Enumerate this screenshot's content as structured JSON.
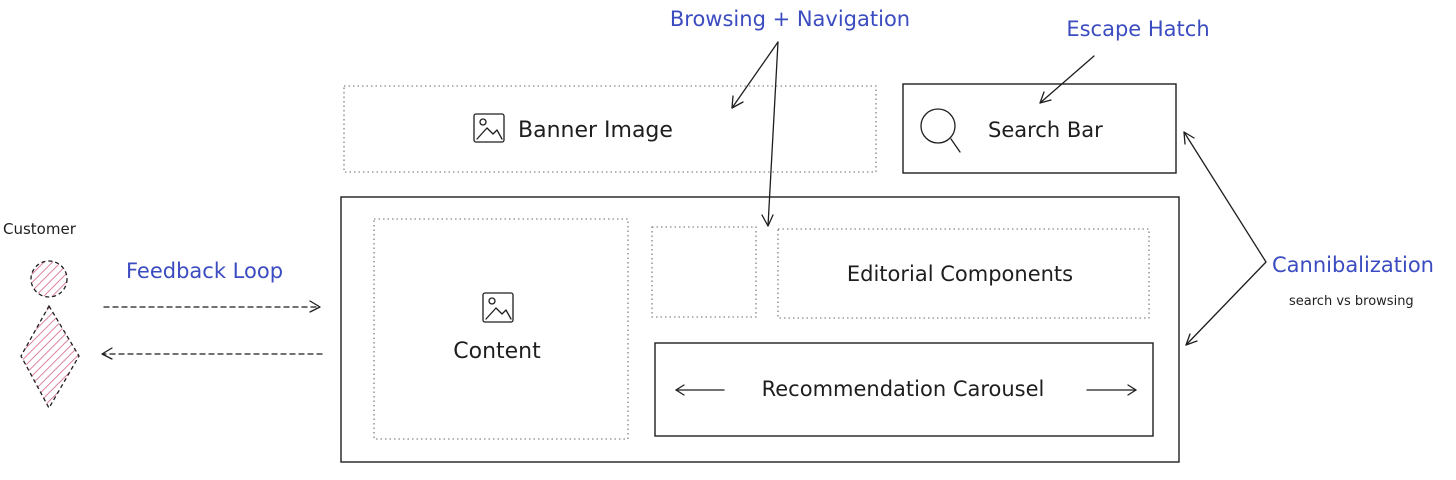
{
  "labels": {
    "browsing_navigation": "Browsing + Navigation",
    "escape_hatch": "Escape Hatch",
    "banner_image": "Banner Image",
    "search_bar": "Search Bar",
    "customer": "Customer",
    "feedback_loop": "Feedback Loop",
    "content": "Content",
    "editorial_components": "Editorial Components",
    "recommendation_carousel": "Recommendation Carousel",
    "cannibalization": "Cannibalization",
    "cannibalization_sub": "search vs browsing"
  },
  "colors": {
    "annotation": "#3b4cc0",
    "ink": "#1e1e1e",
    "customer_fill": "#c2185b"
  },
  "icons": {
    "banner": "image-icon",
    "search": "magnifier-icon",
    "content": "image-icon"
  }
}
